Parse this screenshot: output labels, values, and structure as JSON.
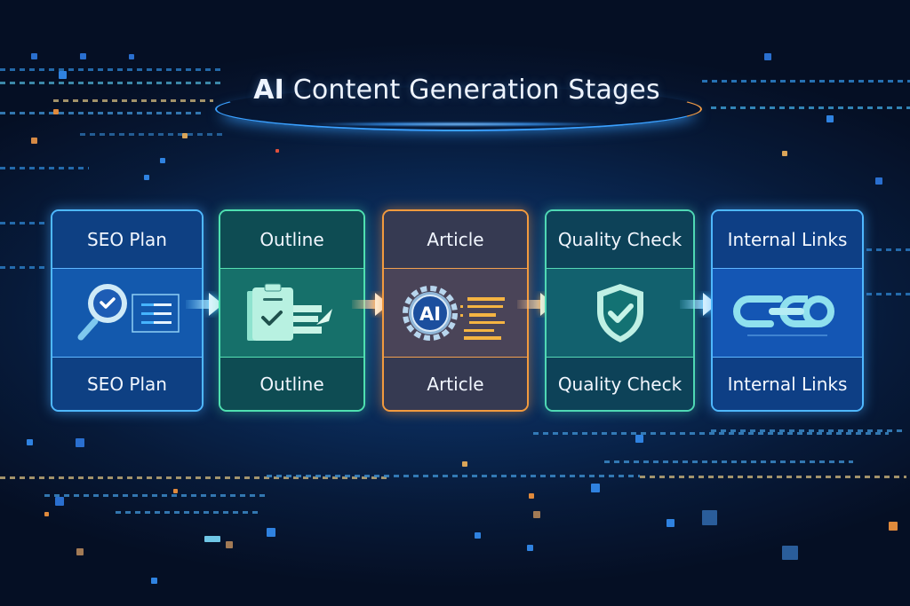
{
  "title": {
    "prefix": "AI",
    "text": " Content Generation Stages"
  },
  "colors": {
    "background": "#071a39",
    "blue_accent": "#3aa0ff",
    "green_accent": "#3fd8a6",
    "orange_accent": "#f29a3e",
    "text": "#f2f7ff"
  },
  "stages": [
    {
      "top_label": "SEO Plan",
      "bottom_label": "SEO Plan",
      "icon": "magnifier-checklist-icon",
      "theme": "blue"
    },
    {
      "top_label": "Outline",
      "bottom_label": "Outline",
      "icon": "clipboard-check-icon",
      "theme": "green"
    },
    {
      "top_label": "Article",
      "bottom_label": "Article",
      "icon": "ai-gear-text-icon",
      "theme": "orange"
    },
    {
      "top_label": "Quality Check",
      "bottom_label": "Quality Check",
      "icon": "shield-check-icon",
      "theme": "teal"
    },
    {
      "top_label": "Internal Links",
      "bottom_label": "Internal Links",
      "icon": "chain-link-icon",
      "theme": "blue"
    }
  ],
  "arrows": [
    {
      "from": "SEO Plan",
      "to": "Outline",
      "color": "#6fd0ff"
    },
    {
      "from": "Outline",
      "to": "Article",
      "color": "#ffc48a"
    },
    {
      "from": "Article",
      "to": "Quality Check",
      "color": "#ffc48a"
    },
    {
      "from": "Quality Check",
      "to": "Internal Links",
      "color": "#6fd0ff"
    }
  ]
}
